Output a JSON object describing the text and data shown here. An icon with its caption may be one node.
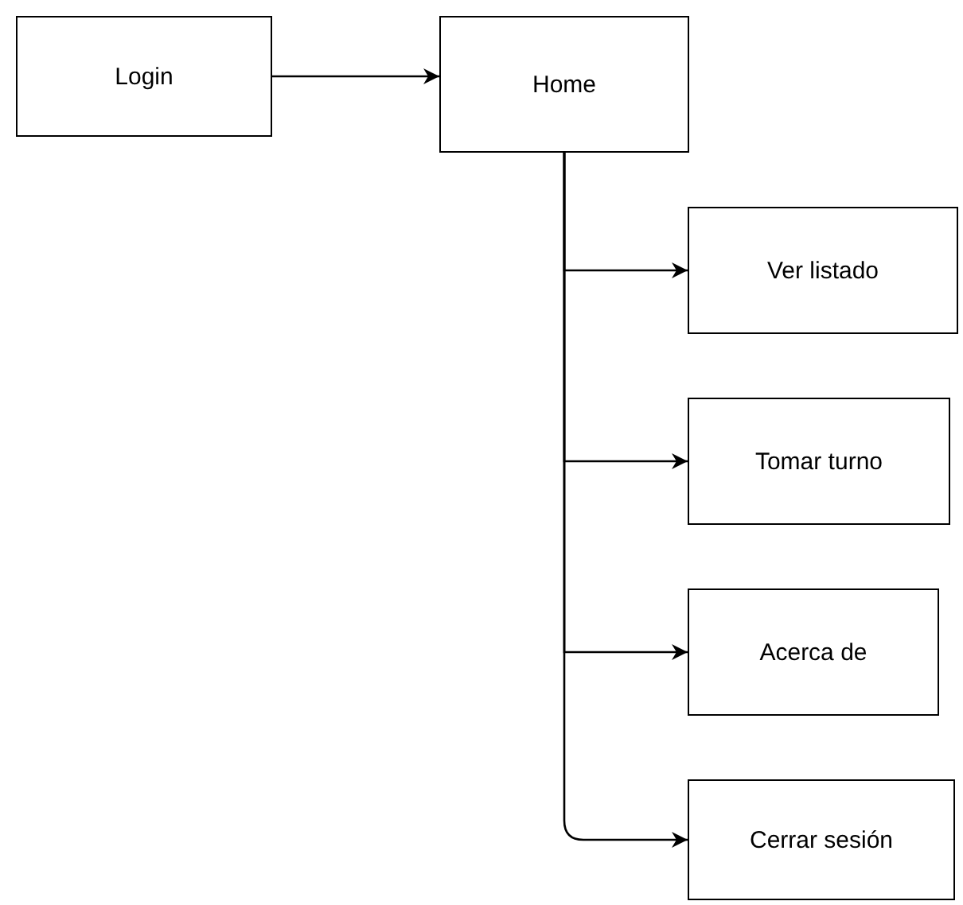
{
  "diagram": {
    "nodes": [
      {
        "text": [
          "Login"
        ]
      },
      {
        "text": [
          "Home"
        ]
      },
      {
        "text": [
          "Ver listado"
        ]
      },
      {
        "text": [
          "Tomar turno"
        ]
      },
      {
        "text": [
          "Acerca de"
        ]
      },
      {
        "text": [
          "Cerrar sesión"
        ]
      }
    ],
    "edges": [
      {
        "from": 0,
        "to": 1,
        "arrow": "to"
      },
      {
        "from": 1,
        "to": 2,
        "arrow": "to"
      },
      {
        "from": 1,
        "to": 3,
        "arrow": "to"
      },
      {
        "from": 1,
        "to": 4,
        "arrow": "to"
      },
      {
        "from": 1,
        "to": 5,
        "arrow": "to"
      }
    ]
  }
}
